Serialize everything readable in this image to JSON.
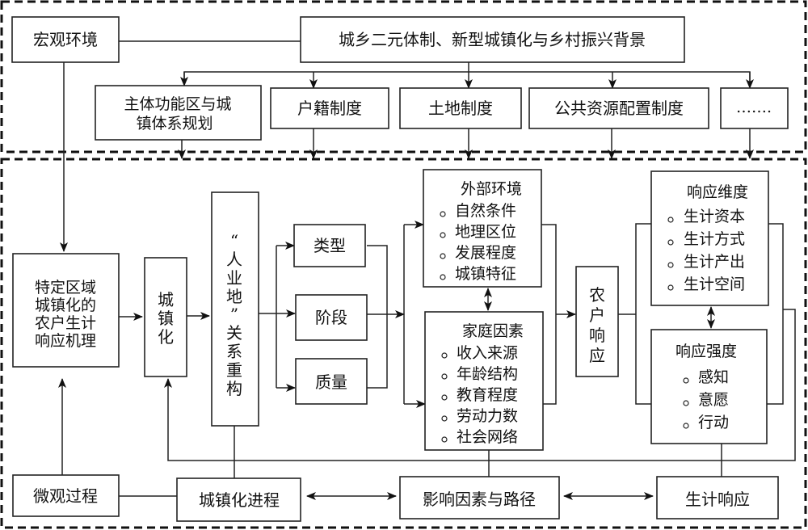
{
  "diagram": {
    "top": {
      "macro": "宏观环境",
      "background": "城乡二元体制、新型城镇化与乡村振兴背景",
      "policies": [
        {
          "line1": "主体功能区与城",
          "line2": "镇体系规划"
        },
        {
          "line1": "户籍制度"
        },
        {
          "line1": "土地制度"
        },
        {
          "line1": "公共资源配置制度"
        },
        {
          "line1": "……."
        }
      ]
    },
    "mechanism": {
      "lines": [
        "特定区域",
        "城镇化的",
        "农户生计",
        "响应机理"
      ]
    },
    "urbanization": {
      "chars": [
        "城",
        "镇",
        "化"
      ]
    },
    "restructure": {
      "chars": [
        "“",
        "人",
        "业",
        "地",
        "”",
        "关",
        "系",
        "重",
        "构"
      ]
    },
    "aspects": [
      "类型",
      "阶段",
      "质量"
    ],
    "external": {
      "title": "外部环境",
      "items": [
        "自然条件",
        "地理区位",
        "发展程度",
        "城镇特征"
      ]
    },
    "family": {
      "title": "家庭因素",
      "items": [
        "收入来源",
        "年龄结构",
        "教育程度",
        "劳动力数",
        "社会网络"
      ]
    },
    "farmer_response": {
      "chars": [
        "农",
        "户",
        "响",
        "应"
      ]
    },
    "dimension": {
      "title": "响应维度",
      "items": [
        "生计资本",
        "生计方式",
        "生计产出",
        "生计空间"
      ]
    },
    "intensity": {
      "title": "响应强度",
      "items": [
        "感知",
        "意愿",
        "行动"
      ]
    },
    "bottom": {
      "micro": "微观过程",
      "process": "城镇化进程",
      "factors": "影响因素与路径",
      "livelihood": "生计响应"
    }
  }
}
